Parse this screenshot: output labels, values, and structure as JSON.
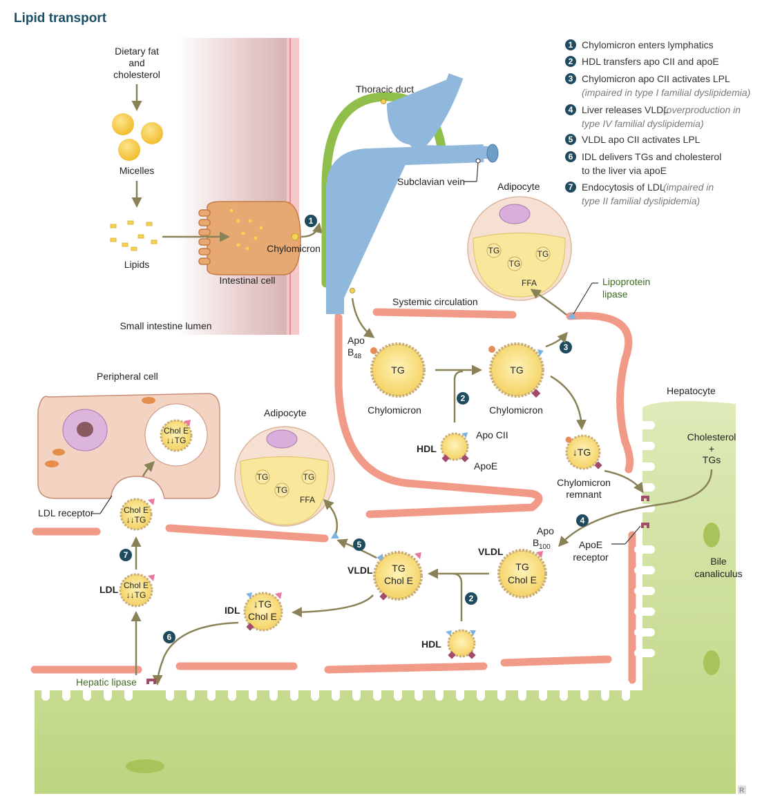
{
  "title": "Lipid transport",
  "legend": [
    {
      "num": "1",
      "text": "Chylomicron enters lymphatics",
      "note": ""
    },
    {
      "num": "2",
      "text": "HDL transfers apo CII and apoE",
      "note": ""
    },
    {
      "num": "3",
      "text": "Chylomicron apo CII activates LPL",
      "note": "(impaired in type I familial dyslipidemia)"
    },
    {
      "num": "4",
      "text": "Liver releases VLDL",
      "note_inline": "(overproduction in",
      "note": "type IV familial dyslipidemia)"
    },
    {
      "num": "5",
      "text": "VLDL  apo CII activates LPL",
      "note": ""
    },
    {
      "num": "6",
      "text": "IDL delivers TGs and cholesterol",
      "text2": "to the liver via apoE",
      "note": ""
    },
    {
      "num": "7",
      "text": "Endocytosis of LDL",
      "note_inline": "(impaired in",
      "note": "type II familial dyslipidemia)"
    }
  ],
  "labels": {
    "dietary": [
      "Dietary fat",
      "and",
      "cholesterol"
    ],
    "micelles": "Micelles",
    "lipids": "Lipids",
    "intestinal_cell": "Intestinal cell",
    "chylomicron_enter": "Chylomicron",
    "lumen": "Small intestine lumen",
    "thoracic_duct": "Thoracic duct",
    "subclavian_vein": "Subclavian vein",
    "systemic_circulation": "Systemic circulation",
    "adipocyte_top": "Adipocyte",
    "lipoprotein_lipase": [
      "Lipoprotein",
      "lipase"
    ],
    "apo_b48": "Apo",
    "apo_b48_sub": "48",
    "apo_b48_b": "B",
    "chylomicron_1": "Chylomicron",
    "chylomicron_2": "Chylomicron",
    "tg": "TG",
    "ffa": "FFA",
    "hdl": "HDL",
    "apo_cii": "Apo CII",
    "apoe": "ApoE",
    "chylo_remnant": [
      "Chylomicron",
      "remnant"
    ],
    "remnant_tg": "↓TG",
    "hepatocyte": "Hepatocyte",
    "chol_tgs": [
      "Cholesterol",
      "+",
      "TGs"
    ],
    "apoe_receptor": [
      "ApoE",
      "receptor"
    ],
    "bile": [
      "Bile",
      "canaliculus"
    ],
    "peripheral_cell": "Peripheral cell",
    "adipocyte_mid": "Adipocyte",
    "ldl_receptor": "LDL receptor",
    "vldl": "VLDL",
    "apo_b100": "Apo",
    "apo_b100_b": "B",
    "apo_b100_sub": "100",
    "chol_e": "Chol E",
    "idl": "IDL",
    "idl_tg": "↓TG",
    "ldl": "LDL",
    "ldl_tg": "↓↓TG",
    "hepatic_lipase": "Hepatic lipase",
    "watermark": "R"
  },
  "colors": {
    "title": "#1a4f66",
    "lipid_yellow": "#f7d46a",
    "vessel_pink": "#f29a88",
    "lymph_green": "#8fbf4a",
    "vein_blue": "#8fb8dc",
    "liver_green": "#c8dc8c",
    "intestine_pink": "#f5c7c7",
    "step_circle": "#1f4b5f",
    "arrow": "#8a8257"
  }
}
